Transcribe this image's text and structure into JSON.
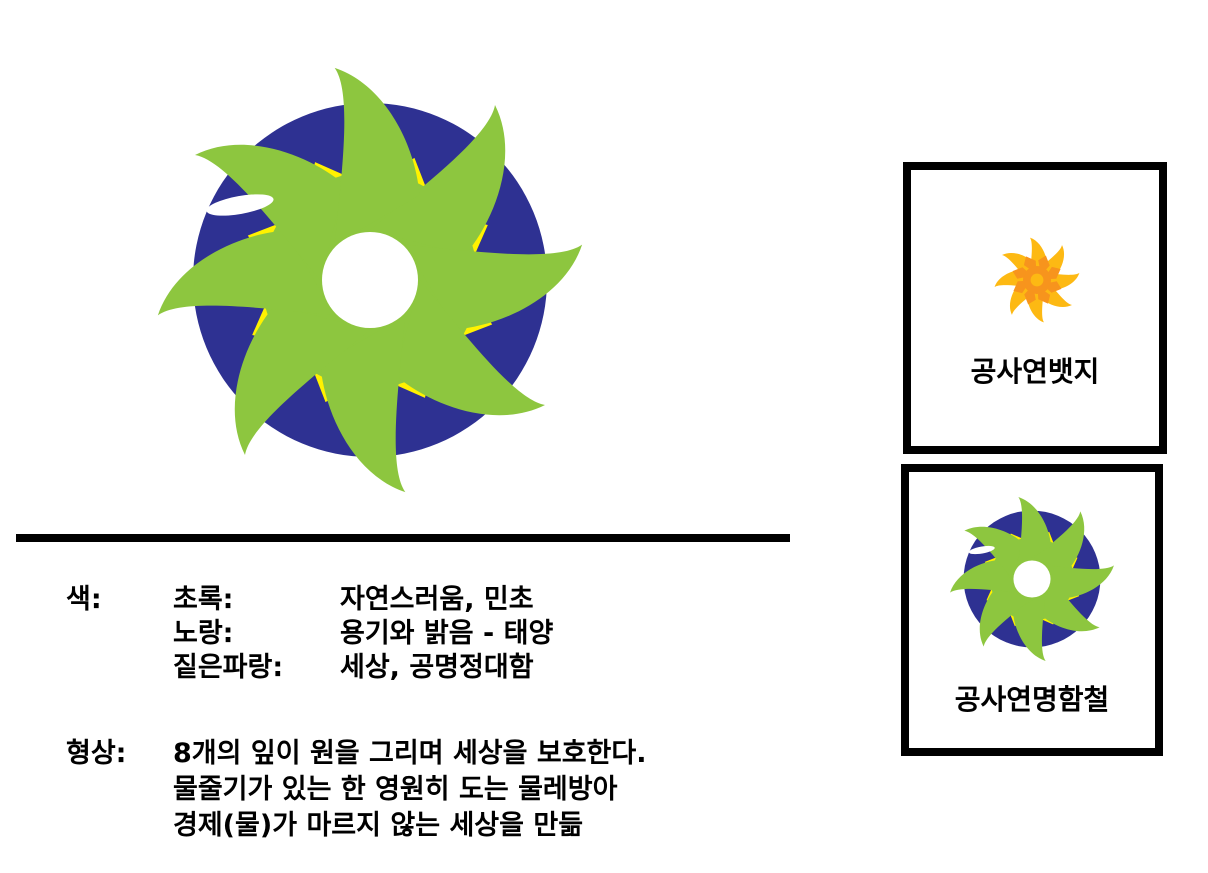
{
  "colors": {
    "green": "#8dc63f",
    "yellow": "#fff200",
    "navy": "#2e3192",
    "orange_dark": "#f7941d",
    "orange_light": "#fdb913",
    "white": "#ffffff"
  },
  "description": {
    "color_label": "색:",
    "colors": [
      {
        "name": "초록:",
        "meaning": "자연스러움, 민초"
      },
      {
        "name": "노랑:",
        "meaning": "용기와 밝음 - 태양"
      },
      {
        "name": "짙은파랑:",
        "meaning": "세상, 공명정대함"
      }
    ],
    "shape_label": "형상:",
    "shape_lines": [
      "8개의 잎이 원을 그리며 세상을 보호한다.",
      "물줄기가 있는 한 영원히 도는 물레방아",
      "경제(물)가 마르지 않는 세상을 만듦"
    ]
  },
  "cards": [
    {
      "caption": "공사연뱃지"
    },
    {
      "caption": "공사연명함철"
    }
  ]
}
